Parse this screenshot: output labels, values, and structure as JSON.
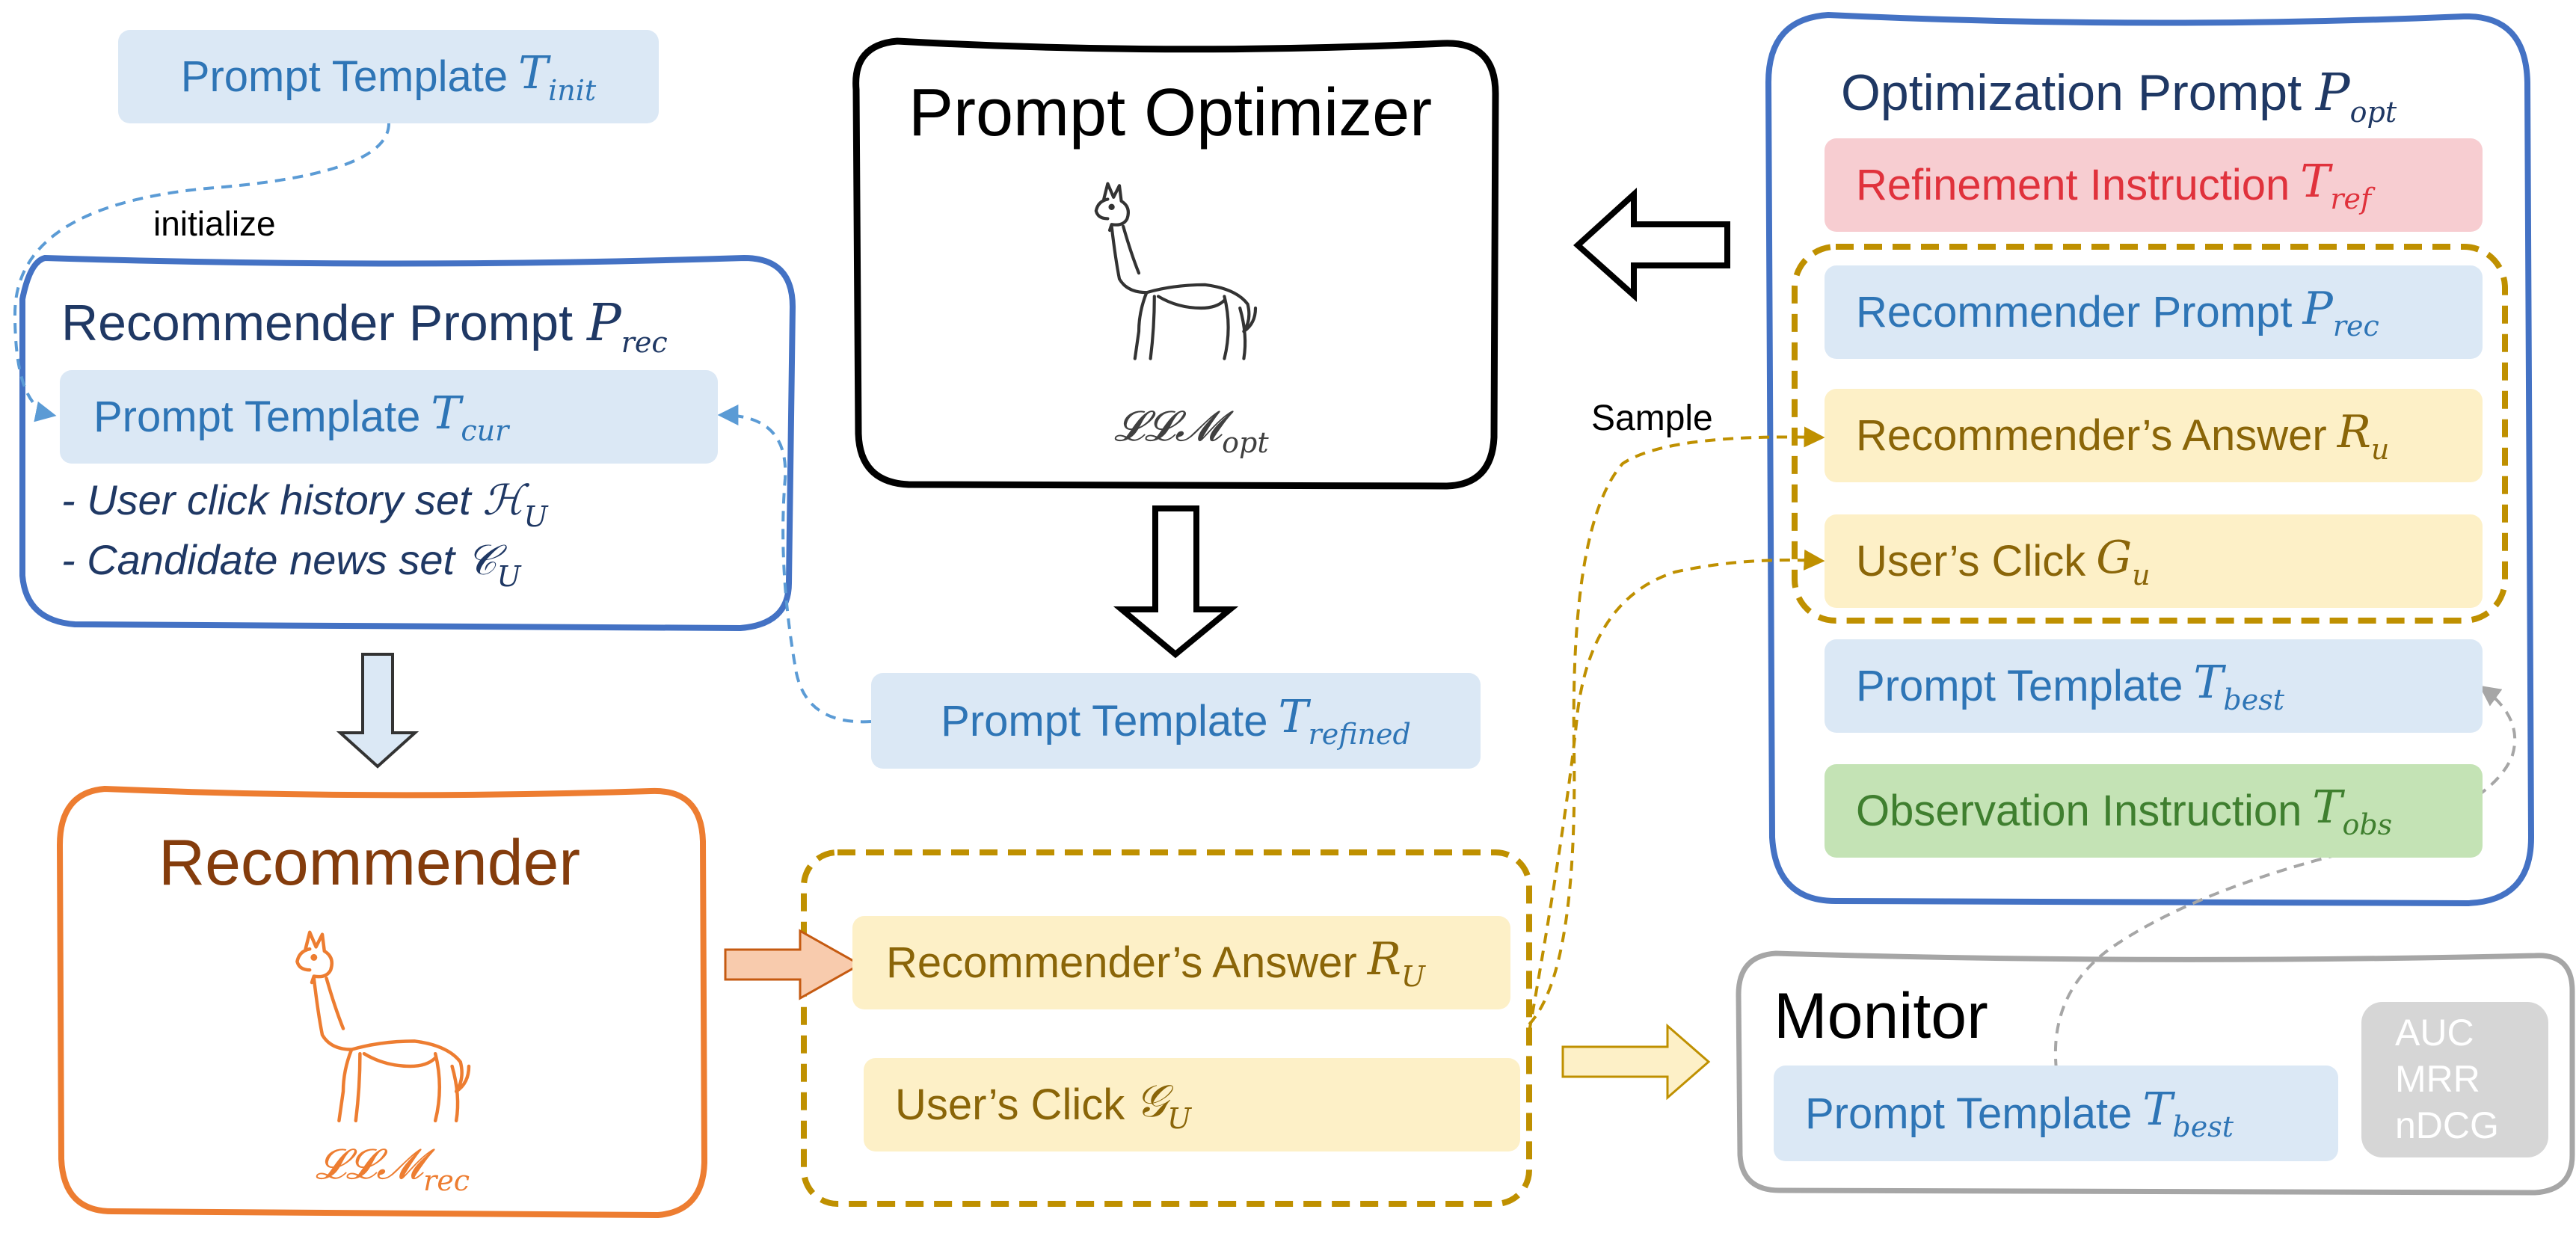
{
  "top_left": {
    "template_label": "Prompt Template",
    "template_sym": "T",
    "template_sub": "init",
    "initialize_label": "initialize"
  },
  "recommender_prompt": {
    "title": "Recommender Prompt",
    "title_sym": "P",
    "title_sub": "rec",
    "template_label": "Prompt Template",
    "template_sym": "T",
    "template_sub": "cur",
    "history_line": "- User click history set",
    "history_sym": "ℋ",
    "history_sub": "U",
    "candidate_line": "- Candidate news set",
    "candidate_sym": "𝒞",
    "candidate_sub": "U"
  },
  "prompt_optimizer": {
    "title": "Prompt Optimizer",
    "llm_label": "𝓛𝓛𝓜",
    "llm_sub": "opt"
  },
  "refined_template": {
    "label": "Prompt Template",
    "sym": "T",
    "sub": "refined"
  },
  "recommender": {
    "title": "Recommender",
    "llm_label": "𝓛𝓛𝓜",
    "llm_sub": "rec"
  },
  "output_group": {
    "answer_label": "Recommender’s Answer",
    "answer_sym": "R",
    "answer_sub": "U",
    "click_label": "User’s Click",
    "click_sym": "𝒢",
    "click_sub": "U"
  },
  "monitor": {
    "title": "Monitor",
    "template_label": "Prompt Template",
    "template_sym": "T",
    "template_sub": "best",
    "metrics": [
      "AUC",
      "MRR",
      "nDCG"
    ]
  },
  "optimization_prompt": {
    "title": "Optimization Prompt",
    "title_sym": "P",
    "title_sub": "opt",
    "refinement_label": "Refinement Instruction",
    "refinement_sym": "T",
    "refinement_sub": "ref",
    "rec_prompt_label": "Recommender Prompt",
    "rec_prompt_sym": "P",
    "rec_prompt_sub": "rec",
    "answer_label": "Recommender’s Answer",
    "answer_sym": "R",
    "answer_sub": "u",
    "click_label": "User’s Click",
    "click_sym": "G",
    "click_sub": "u",
    "best_label": "Prompt Template",
    "best_sym": "T",
    "best_sub": "best",
    "observation_label": "Observation Instruction",
    "observation_sym": "T",
    "observation_sub": "obs"
  },
  "sample_label": "Sample",
  "colors": {
    "blue_frame": "#4472c4",
    "orange_frame": "#ed7d31",
    "gold_dash": "#bf9000",
    "gray_frame": "#a6a6a6",
    "black_frame": "#000000",
    "dark_navy_text": "#1f3864",
    "brown_text": "#843c0c"
  }
}
